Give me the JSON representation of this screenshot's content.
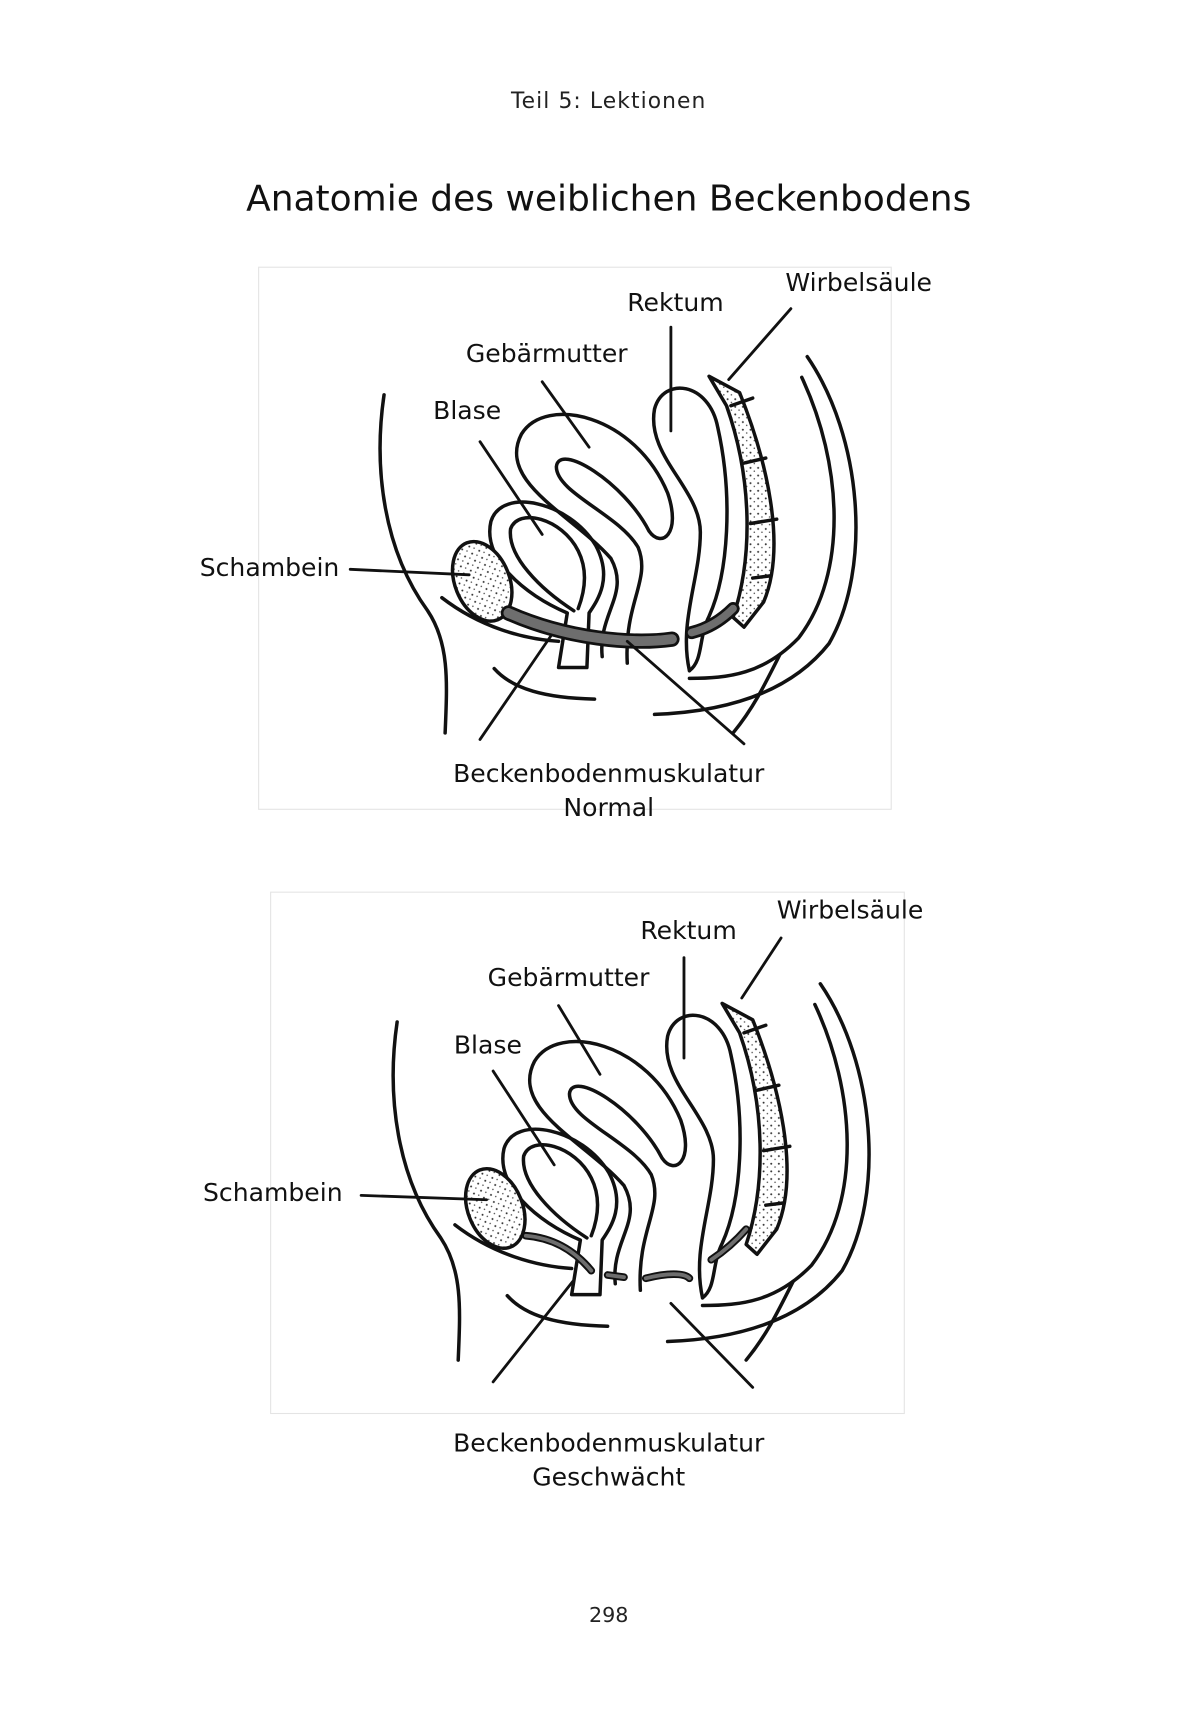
{
  "header": {
    "section": "Teil 5: Lektionen"
  },
  "title": "Anatomie des weiblichen Beckenbodens",
  "diagrams": [
    {
      "labels": {
        "spine": "Wirbelsäule",
        "rectum": "Rektum",
        "uterus": "Gebärmutter",
        "bladder": "Blase",
        "pubic_bone": "Schambein",
        "pelvic_floor": "Beckenbodenmuskulatur"
      },
      "caption": "Normal"
    },
    {
      "labels": {
        "spine": "Wirbelsäule",
        "rectum": "Rektum",
        "uterus": "Gebärmutter",
        "bladder": "Blase",
        "pubic_bone": "Schambein",
        "pelvic_floor": "Beckenbodenmuskulatur"
      },
      "caption": "Geschwächt"
    }
  ],
  "page_number": "298",
  "colors": {
    "muscle": "#6e6e6e",
    "ink": "#111111"
  }
}
